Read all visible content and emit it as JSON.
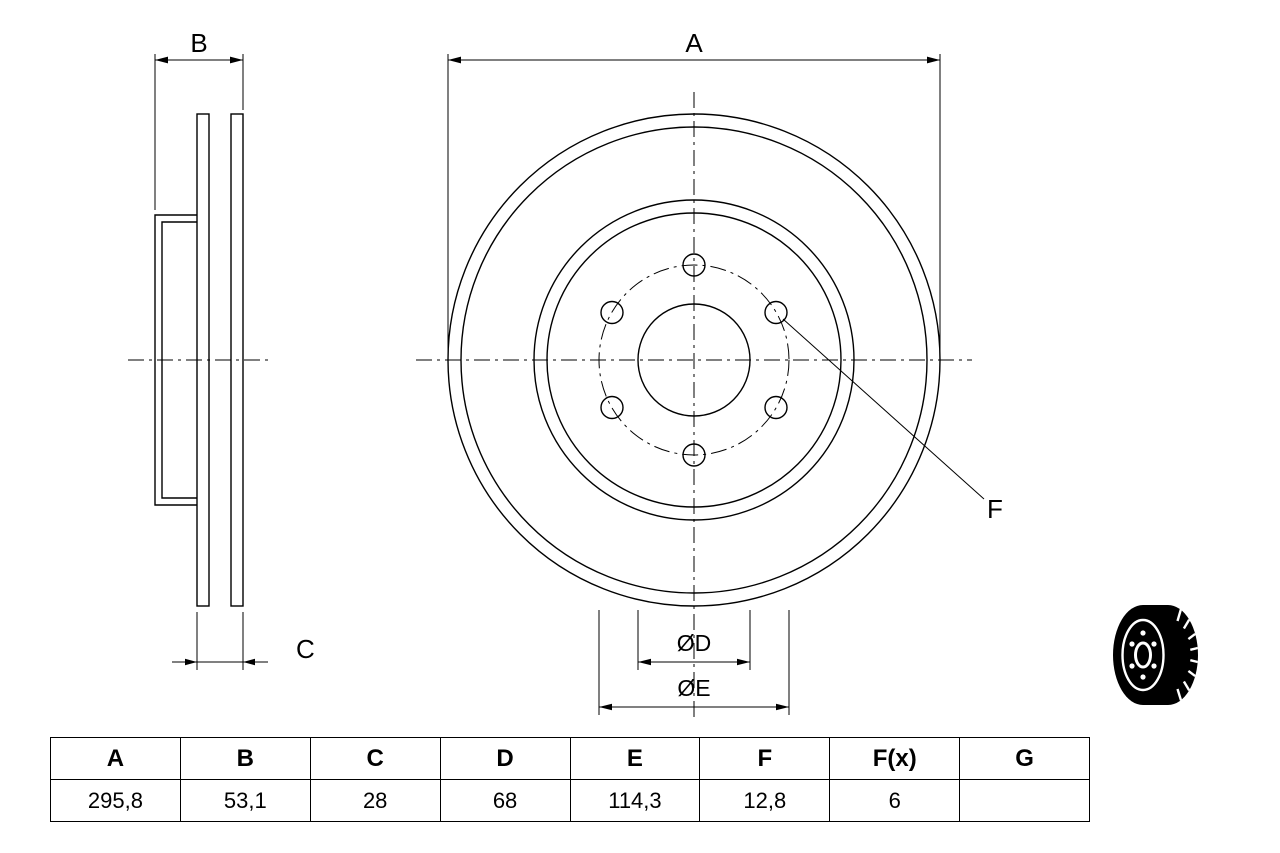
{
  "drawing": {
    "labels": {
      "a": "A",
      "b": "B",
      "c": "C",
      "f": "F",
      "d": "ØD",
      "e": "ØE"
    }
  },
  "table": {
    "headers": [
      "A",
      "B",
      "C",
      "D",
      "E",
      "F",
      "F(x)",
      "G"
    ],
    "values": [
      "295,8",
      "53,1",
      "28",
      "68",
      "114,3",
      "12,8",
      "6",
      ""
    ]
  }
}
